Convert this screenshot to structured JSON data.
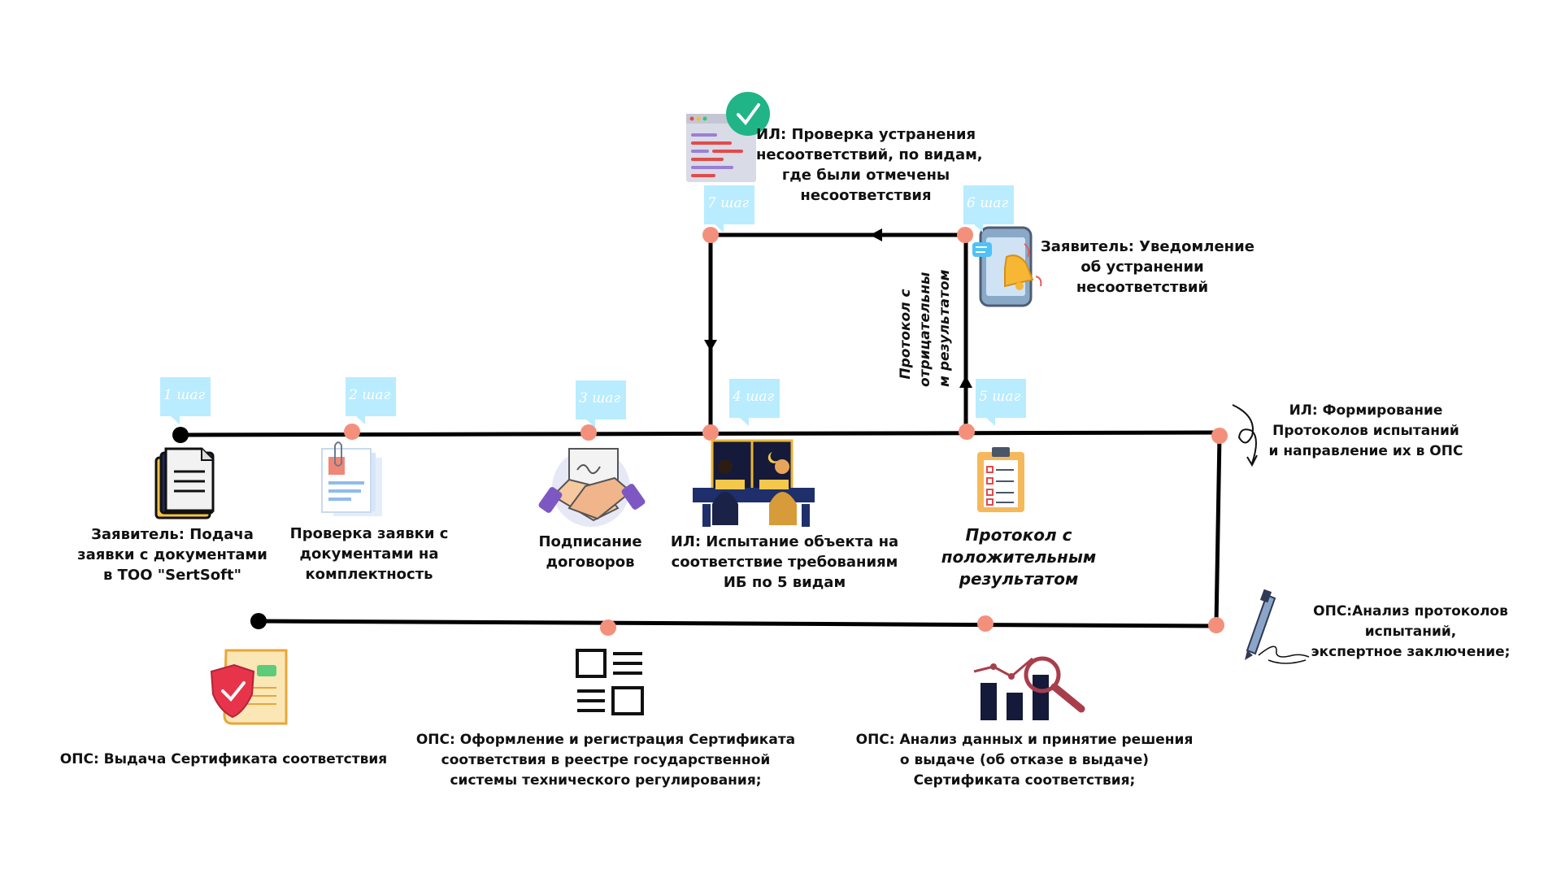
{
  "steps": [
    "1 шаг",
    "2 шаг",
    "3 шаг",
    "4 шаг",
    "5 шаг",
    "6 шаг",
    "7 шаг"
  ],
  "labels": {
    "submit": [
      "Заявитель: Подача",
      "заявки с документами",
      "в ТОО \"SertSoft\""
    ],
    "check": [
      "Проверка заявки с",
      "документами на",
      "комплектность"
    ],
    "contract": [
      "Подписание",
      "договоров"
    ],
    "testing": [
      "ИЛ: Испытание объекта на",
      "соответствие требованиям",
      "ИБ по 5 видам"
    ],
    "positive": [
      "Протокол с",
      "положительным",
      "результатом"
    ],
    "negative": [
      "Протокол с",
      "отрицательны",
      "м результатом"
    ],
    "notify": [
      "Заявитель: Уведомление",
      "об устранении",
      "несоответствий"
    ],
    "recheck": [
      "ИЛ: Проверка устранения",
      "несоответствий, по видам,",
      "где были отмечены",
      "несоответствия"
    ],
    "protocols": [
      "ИЛ: Формирование",
      "Протоколов испытаний",
      "и направление их в ОПС"
    ],
    "analysis": [
      "ОПС:Анализ протоколов",
      "испытаний,",
      "экспертное заключение;"
    ],
    "decision": [
      "ОПС: Анализ данных и принятие решения",
      "о выдаче (об отказе в выдаче)",
      "Сертификата соответствия;"
    ],
    "registration": [
      "ОПС: Оформление и регистрация Сертификата",
      "соответствия в реестре государственной",
      "системы технического регулирования;"
    ],
    "issue": [
      "ОПС: Выдача Сертификата соответствия"
    ]
  },
  "colors": {
    "line": "#000000",
    "node": "#f3907c",
    "bubble": "#b9ecff",
    "check": "#20b486",
    "navy": "#15193a"
  },
  "icons": [
    "documents-icon",
    "clipboard-icon",
    "handshake-icon",
    "workers-icon",
    "checklist-icon",
    "phone-notification-icon",
    "code-window-icon",
    "signature-pen-icon",
    "bar-chart-magnifier-icon",
    "form-layout-icon",
    "certificate-icon",
    "curved-arrow-icon"
  ]
}
